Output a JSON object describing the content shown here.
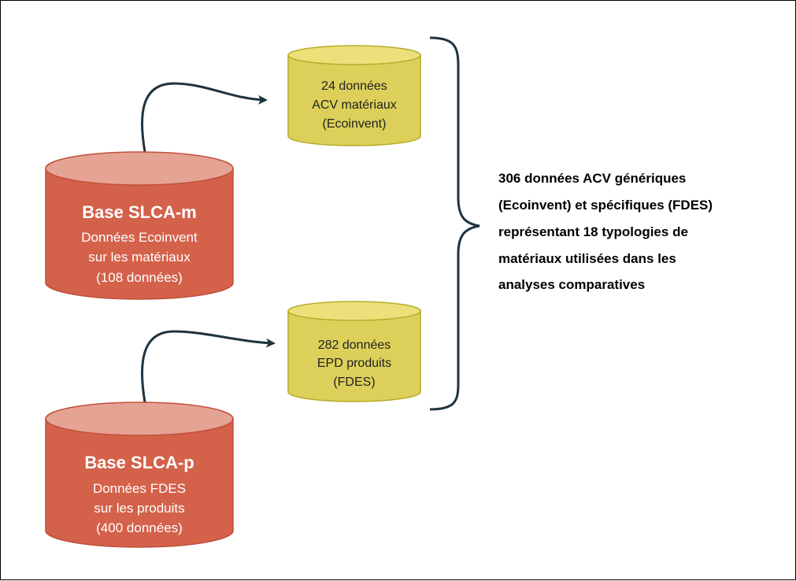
{
  "colors": {
    "red_body": "#d4614a",
    "red_top": "#e5a394",
    "red_stroke": "#c0503a",
    "yellow_body": "#dcd05a",
    "yellow_top": "#ece07a",
    "yellow_stroke": "#b8ac2a",
    "arrow": "#1f3340"
  },
  "base_m": {
    "title": "Base SLCA-m",
    "lines": [
      "Données Ecoinvent",
      "sur les matériaux",
      "(108 données)"
    ]
  },
  "base_p": {
    "title": "Base SLCA-p",
    "lines": [
      "Données FDES",
      "sur les produits",
      "(400 données)"
    ]
  },
  "acv": {
    "lines": [
      "24 données",
      "ACV matériaux",
      "(Ecoinvent)"
    ]
  },
  "epd": {
    "lines": [
      "282 données",
      "EPD produits",
      "(FDES)"
    ]
  },
  "summary": {
    "lines": [
      "306 données ACV génériques",
      "(Ecoinvent) et spécifiques (FDES)",
      "représentant 18 typologies de",
      "matériaux utilisées dans les",
      "analyses comparatives"
    ]
  }
}
